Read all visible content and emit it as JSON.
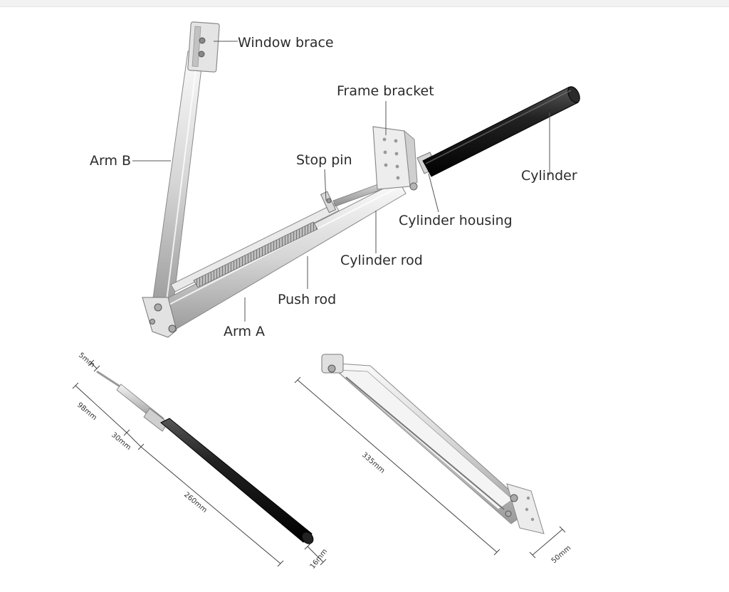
{
  "labels": {
    "window_brace": "Window brace",
    "frame_bracket": "Frame bracket",
    "arm_b": "Arm B",
    "stop_pin": "Stop pin",
    "cylinder": "Cylinder",
    "cylinder_housing": "Cylinder housing",
    "cylinder_rod": "Cylinder rod",
    "push_rod": "Push rod",
    "arm_a": "Arm A"
  },
  "dimensions": {
    "tip": "5mm",
    "total": "98mm",
    "rod_section": "30mm",
    "body": "260mm",
    "diameter": "16mm",
    "arm_length": "335mm",
    "bracket_width": "50mm"
  },
  "colors": {
    "metal_light": "#eeeeee",
    "metal_mid": "#c8c8c8",
    "metal_dark": "#8c8c8c",
    "cylinder_black": "#1a1a1a"
  }
}
